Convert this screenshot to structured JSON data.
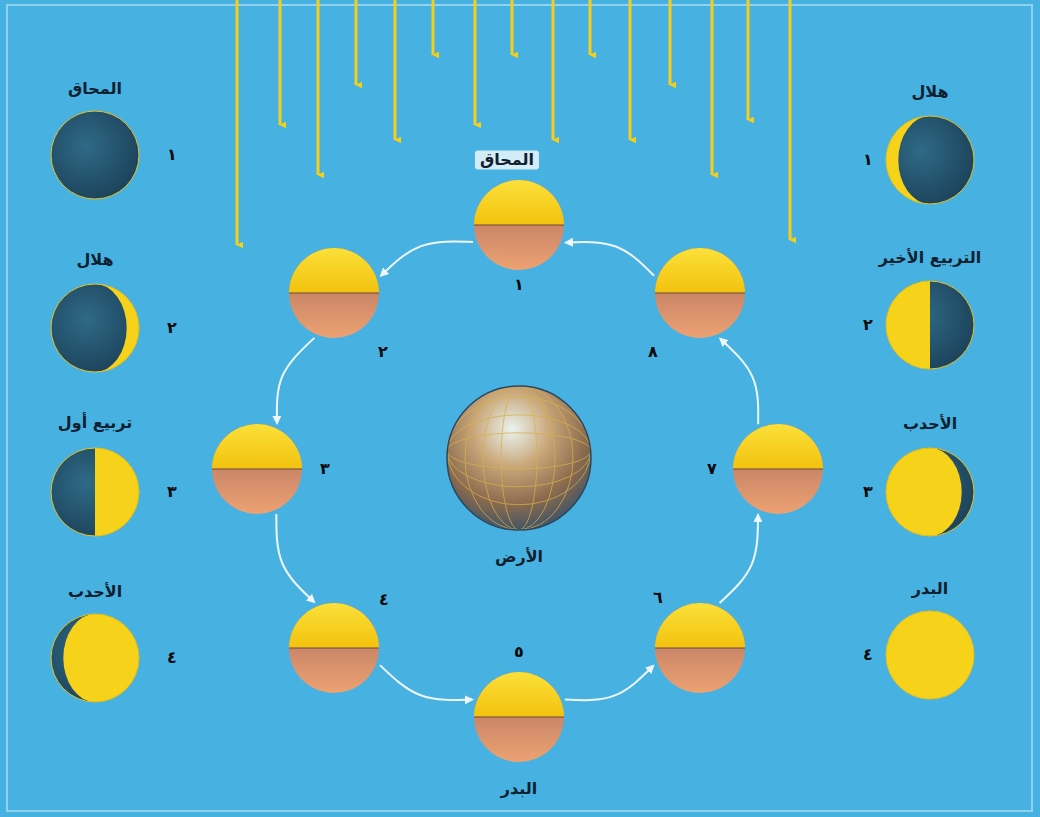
{
  "diagram": {
    "nodes": [
      {
        "text": [
          "هلال",
          "١"
        ]
      },
      {
        "text": [
          "التربيع الأخير",
          "٢"
        ]
      },
      {
        "text": [
          "الأحدب",
          "٣"
        ]
      },
      {
        "text": [
          "البدر",
          "٤"
        ]
      },
      {
        "text": [
          "المحاق",
          "١"
        ]
      },
      {
        "text": [
          "٢"
        ]
      },
      {
        "text": [
          "٣"
        ]
      },
      {
        "text": [
          "٤"
        ]
      },
      {
        "text": [
          "٥",
          "البدر"
        ]
      },
      {
        "text": [
          "٦"
        ]
      },
      {
        "text": [
          "٧"
        ]
      },
      {
        "text": [
          "٨"
        ]
      },
      {
        "text": [
          "الأرض"
        ]
      },
      {
        "text": [
          "المحاق",
          "١"
        ]
      },
      {
        "text": [
          "هلال",
          "٢"
        ]
      },
      {
        "text": [
          "تربيع أول",
          "٣"
        ]
      },
      {
        "text": [
          "الأحدب",
          "٤"
        ]
      }
    ],
    "edges": [
      {
        "from": 4,
        "to": 5,
        "arrow": "to"
      },
      {
        "from": 5,
        "to": 6,
        "arrow": "to"
      },
      {
        "from": 6,
        "to": 7,
        "arrow": "to"
      },
      {
        "from": 7,
        "to": 8,
        "arrow": "to"
      },
      {
        "from": 8,
        "to": 9,
        "arrow": "to"
      },
      {
        "from": 9,
        "to": 10,
        "arrow": "to"
      },
      {
        "from": 10,
        "to": 11,
        "arrow": "to"
      },
      {
        "from": 11,
        "to": 4,
        "arrow": "to"
      }
    ]
  }
}
